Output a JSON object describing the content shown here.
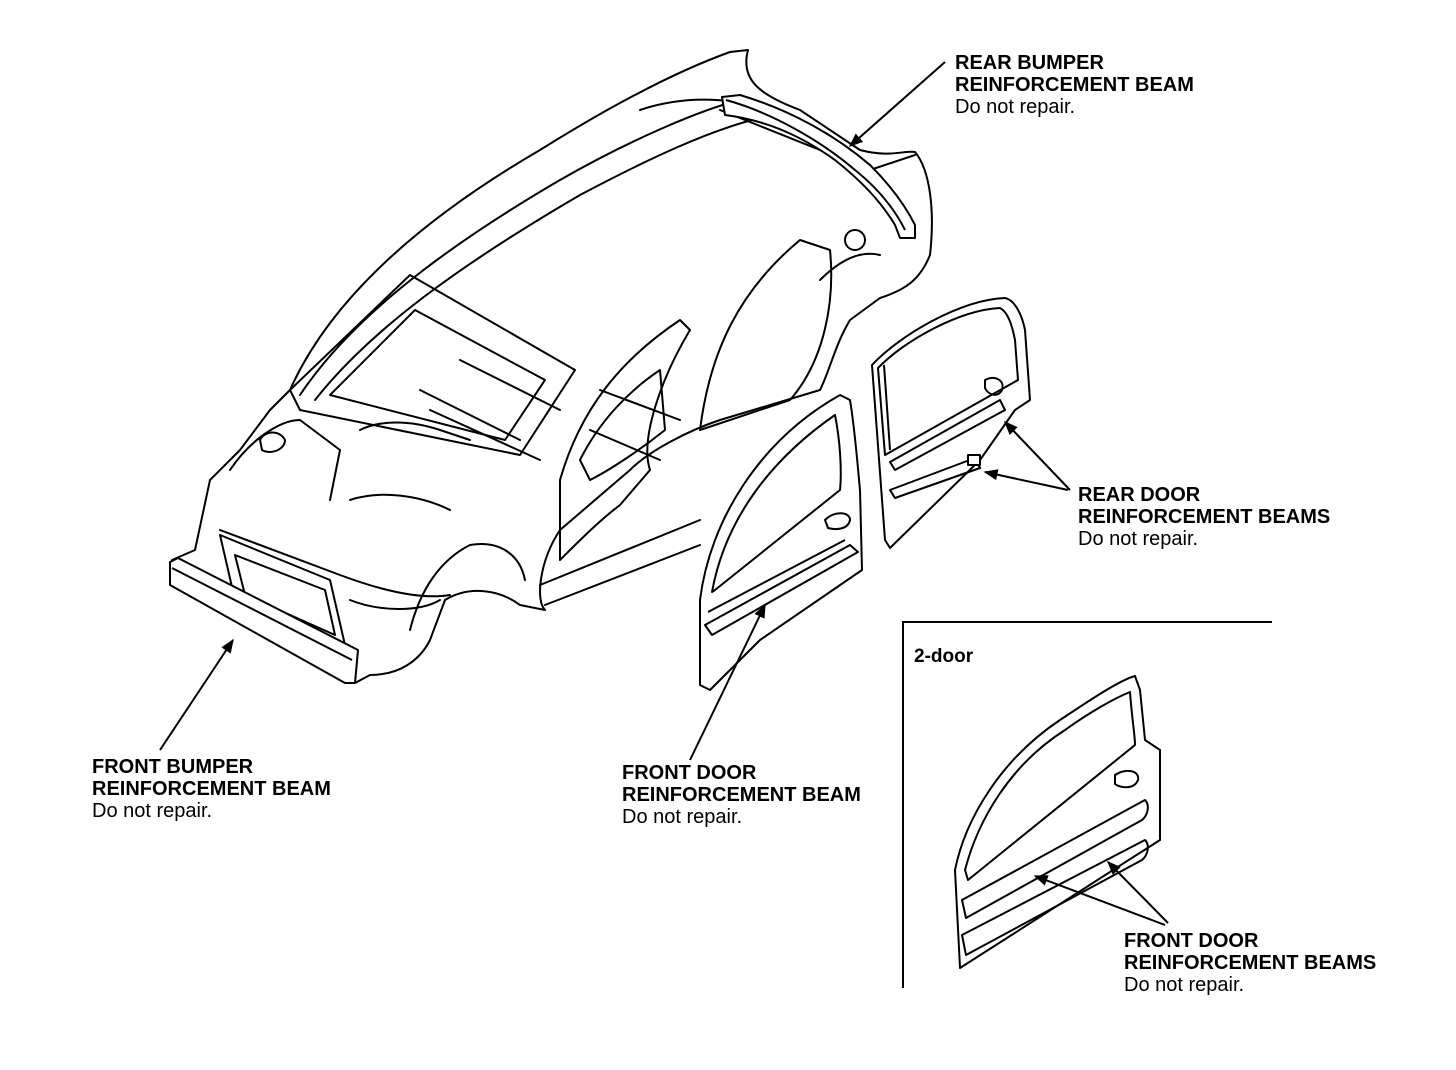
{
  "labels": {
    "rear_bumper": {
      "line1": "REAR BUMPER",
      "line2": "REINFORCEMENT BEAM",
      "note": "Do not repair."
    },
    "rear_door": {
      "line1": "REAR DOOR",
      "line2": "REINFORCEMENT BEAMS",
      "note": "Do not repair."
    },
    "front_bumper": {
      "line1": "FRONT BUMPER",
      "line2": "REINFORCEMENT BEAM",
      "note": "Do not repair."
    },
    "front_door": {
      "line1": "FRONT DOOR",
      "line2": "REINFORCEMENT BEAM",
      "note": "Do not repair."
    },
    "two_door_front_door": {
      "line1": "FRONT DOOR",
      "line2": "REINFORCEMENT BEAMS",
      "note": "Do not repair."
    }
  },
  "inset": {
    "title": "2-door"
  }
}
